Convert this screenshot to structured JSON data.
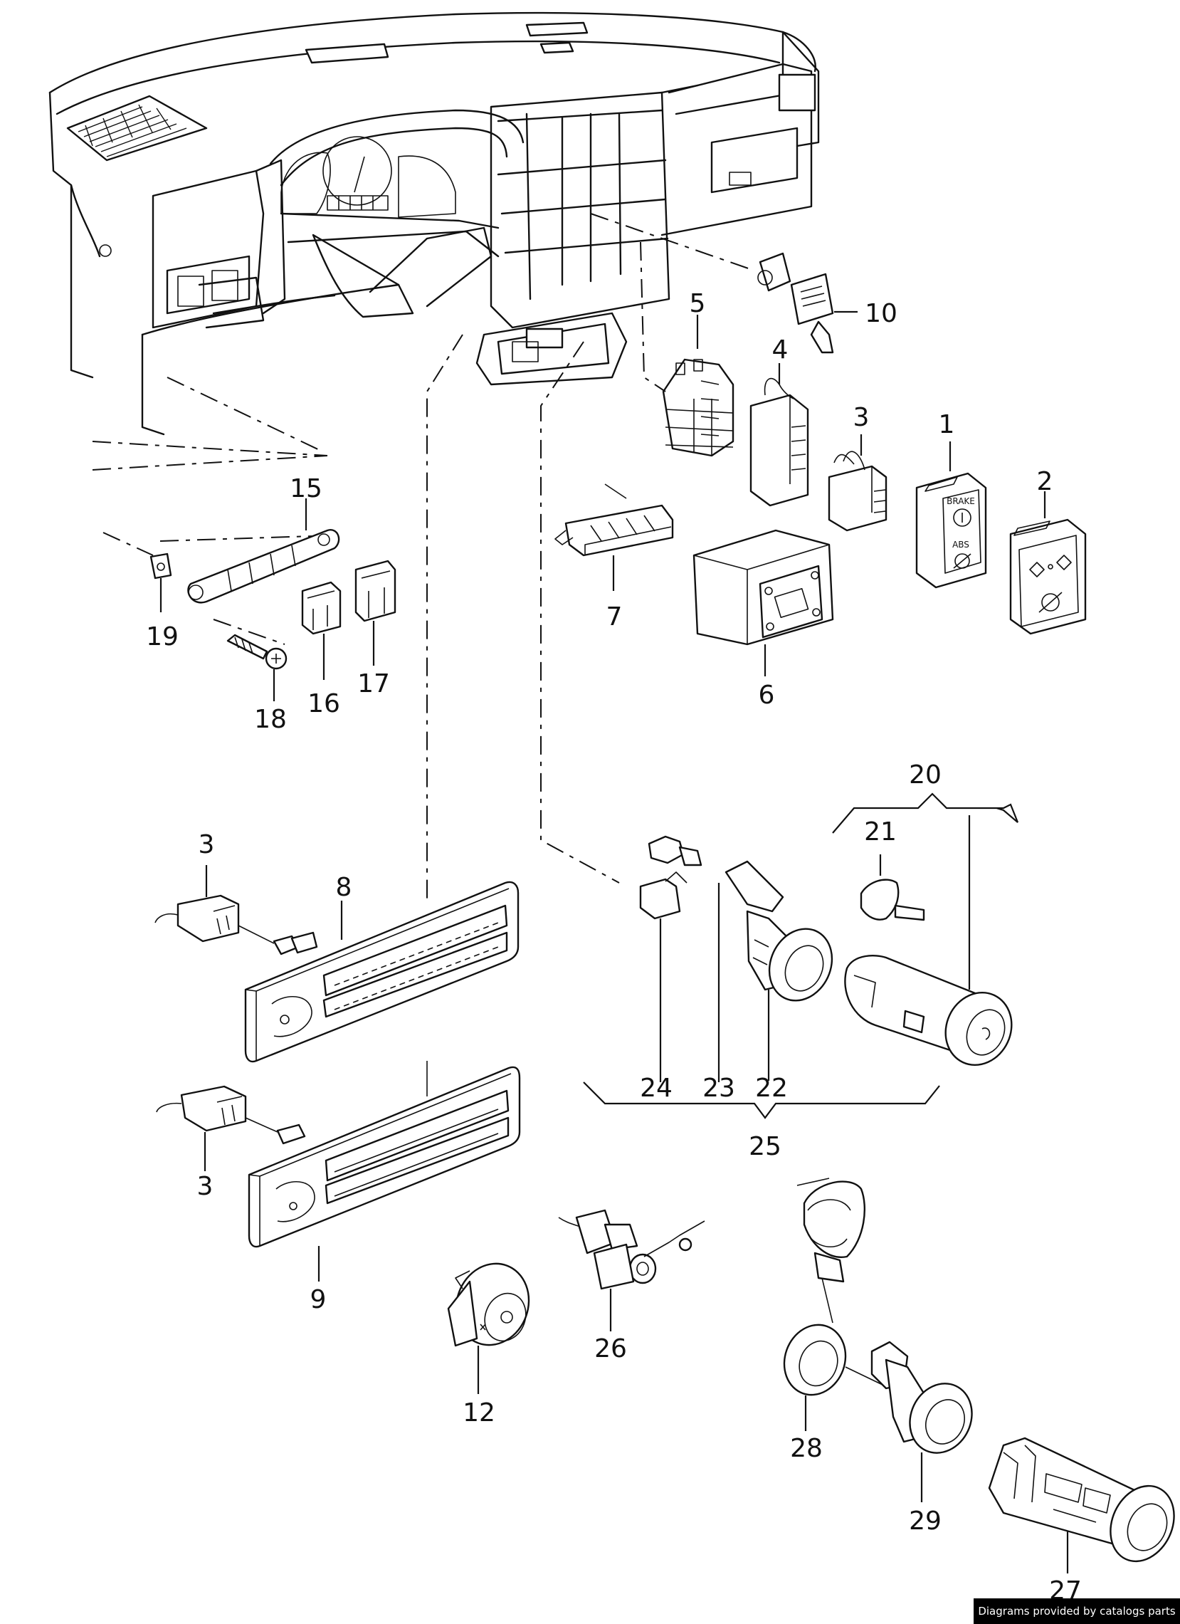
{
  "callouts": [
    "1",
    "2",
    "3",
    "4",
    "5",
    "6",
    "7",
    "8",
    "9",
    "10",
    "12",
    "15",
    "16",
    "17",
    "18",
    "19",
    "20",
    "21",
    "22",
    "23",
    "24",
    "25",
    "26",
    "27",
    "28",
    "29"
  ],
  "callout_3_repeat": "3",
  "panel_text": {
    "brake": "BRAKE",
    "abs": "ABS"
  },
  "watermark": "Diagrams provided by catalogs parts"
}
